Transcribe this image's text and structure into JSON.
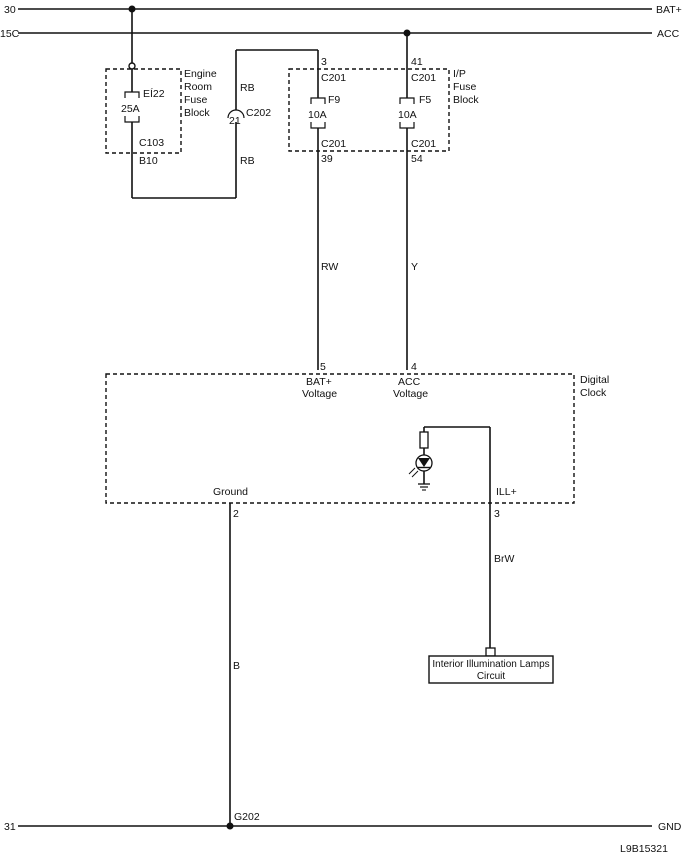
{
  "rails": {
    "top_left": "30",
    "top_right": "BAT+",
    "second_left": "15C",
    "second_right": "ACC",
    "bottom_left": "31",
    "bottom_right": "GND"
  },
  "engine_fuse_block": {
    "title_line1": "Engine",
    "title_line2": "Room",
    "title_line3": "Fuse",
    "title_line4": "Block",
    "fuse_name": "EÍ22",
    "fuse_rating": "25A",
    "connector": "C103",
    "pin": "B10"
  },
  "connector_c202": {
    "name": "C202",
    "pin": "21",
    "wire_above": "RB",
    "wire_below": "RB"
  },
  "ip_fuse_block": {
    "title_line1": "I/P",
    "title_line2": "Fuse",
    "title_line3": "Block",
    "f9": {
      "pin_in": "3",
      "conn_in": "C201",
      "name": "F9",
      "rating": "10A",
      "conn_out": "C201",
      "pin_out": "39"
    },
    "f5": {
      "pin_in": "41",
      "conn_in": "C201",
      "name": "F5",
      "rating": "10A",
      "conn_out": "C201",
      "pin_out": "54"
    }
  },
  "wires": {
    "rw": "RW",
    "y": "Y",
    "brw": "BrW",
    "b": "B"
  },
  "digital_clock": {
    "title_line1": "Digital",
    "title_line2": "Clock",
    "bat_pin": "5",
    "bat_label_line1": "BAT+",
    "bat_label_line2": "Voltage",
    "acc_pin": "4",
    "acc_label_line1": "ACC",
    "acc_label_line2": "Voltage",
    "ground_label": "Ground",
    "ground_pin": "2",
    "ill_label": "ILL+",
    "ill_pin": "3"
  },
  "interior_lamps": {
    "line1": "Interior Illumination Lamps",
    "line2": "Circuit"
  },
  "ground_point": "G202",
  "figure_code": "L9B15321"
}
